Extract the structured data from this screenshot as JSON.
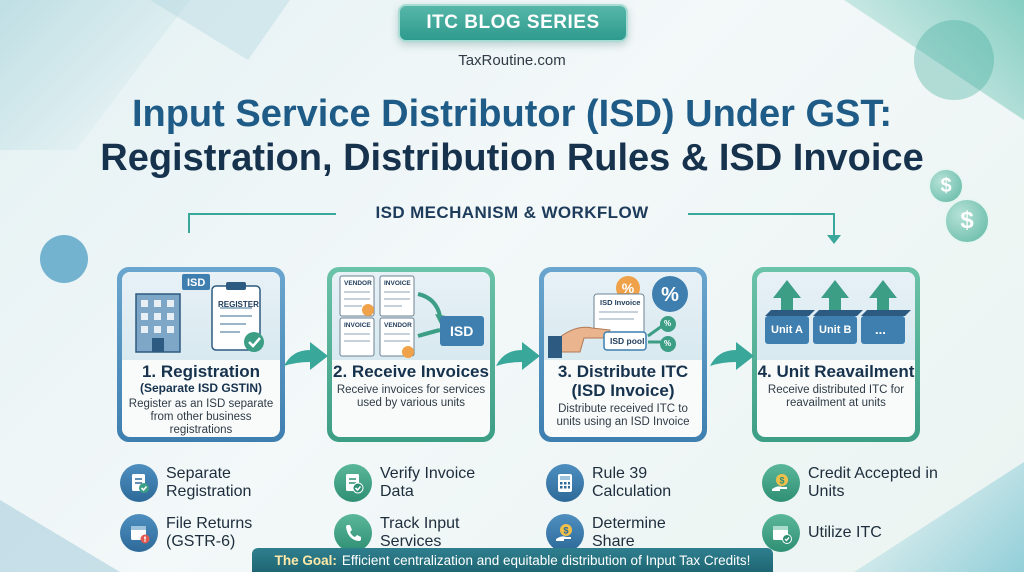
{
  "header": {
    "series_badge": "ITC BLOG SERIES",
    "site": "TaxRoutine.com",
    "title_line1": "Input Service Distributor (ISD) Under GST:",
    "title_line2": "Registration, Distribution Rules & ISD Invoice"
  },
  "section_heading": "ISD MECHANISM & WORKFLOW",
  "steps": [
    {
      "title": "1. Registration",
      "subtitle": "(Separate ISD GSTIN)",
      "description": "Register as an ISD separate from other business registrations",
      "illustration_labels": [
        "ISD",
        "REGISTER"
      ],
      "points": [
        "Separate Registration",
        "File Returns (GSTR-6)"
      ]
    },
    {
      "title": "2. Receive Invoices",
      "subtitle": "",
      "description": "Receive invoices for services used by various units",
      "illustration_labels": [
        "VENDOR",
        "INVOICE",
        "INVOICE",
        "VENDOR",
        "ISD"
      ],
      "points": [
        "Verify Invoice Data",
        "Track Input Services"
      ]
    },
    {
      "title": "3. Distribute ITC (ISD Invoice)",
      "subtitle": "",
      "description": "Distribute received ITC to units using an ISD Invoice",
      "illustration_labels": [
        "ISD Invoice",
        "ISD pool",
        "%",
        "%",
        "%"
      ],
      "points": [
        "Rule 39 Calculation",
        "Determine Share"
      ]
    },
    {
      "title": "4. Unit Reavailment",
      "subtitle": "",
      "description": "Receive distributed ITC for reavailment at units",
      "illustration_labels": [
        "Unit A",
        "Unit B",
        "..."
      ],
      "points": [
        "Credit Accepted in Units",
        "Utilize ITC"
      ]
    }
  ],
  "goal": {
    "label": "The Goal:",
    "text": "Efficient centralization and equitable distribution of Input Tax Credits!"
  },
  "decor": {
    "coin_symbol": "$"
  },
  "colors": {
    "accent_teal": "#3aa79b",
    "blue_card": "#3e7fb0",
    "green_card": "#3d9e86",
    "title_blue": "#1e5b86",
    "title_dark": "#16324d"
  }
}
